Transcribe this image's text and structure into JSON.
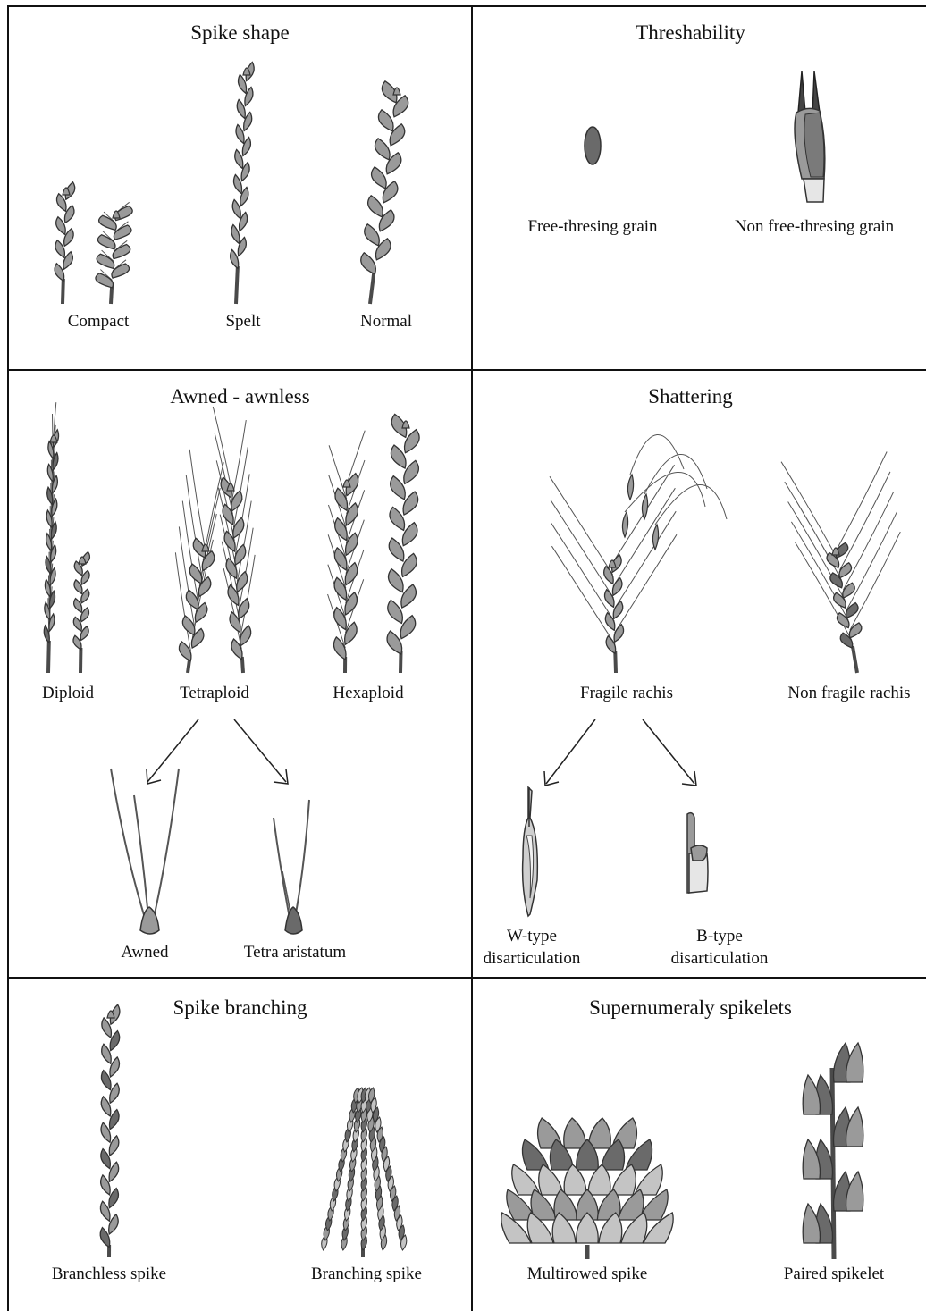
{
  "panels": {
    "spike_shape": {
      "title": "Spike shape",
      "labels": {
        "compact": "Compact",
        "spelt": "Spelt",
        "normal": "Normal"
      }
    },
    "threshability": {
      "title": "Threshability",
      "labels": {
        "free": "Free-thresing grain",
        "nonfree": "Non free-thresing grain"
      }
    },
    "awned": {
      "title": "Awned - awnless",
      "labels": {
        "diploid": "Diploid",
        "tetraploid": "Tetraploid",
        "hexaploid": "Hexaploid",
        "awned": "Awned",
        "tetra_aristatum": "Tetra aristatum"
      }
    },
    "shattering": {
      "title": "Shattering",
      "labels": {
        "fragile": "Fragile rachis",
        "nonfragile": "Non fragile rachis",
        "wtype_1": "W-type",
        "wtype_2": "disarticulation",
        "btype_1": "B-type",
        "btype_2": "disarticulation"
      }
    },
    "branching": {
      "title": "Spike branching",
      "labels": {
        "branchless": "Branchless spike",
        "branching": "Branching spike"
      }
    },
    "supernumerary": {
      "title": "Supernumeraly spikelets",
      "labels": {
        "multirowed": "Multirowed spike",
        "paired": "Paired spikelet"
      }
    }
  },
  "colors": {
    "border": "#111111",
    "spikelet_fill": "#9a9a9a",
    "spikelet_light": "#c4c4c4",
    "spikelet_dark": "#6a6a6a",
    "stem": "#4a4a4a",
    "awn": "#555555"
  }
}
